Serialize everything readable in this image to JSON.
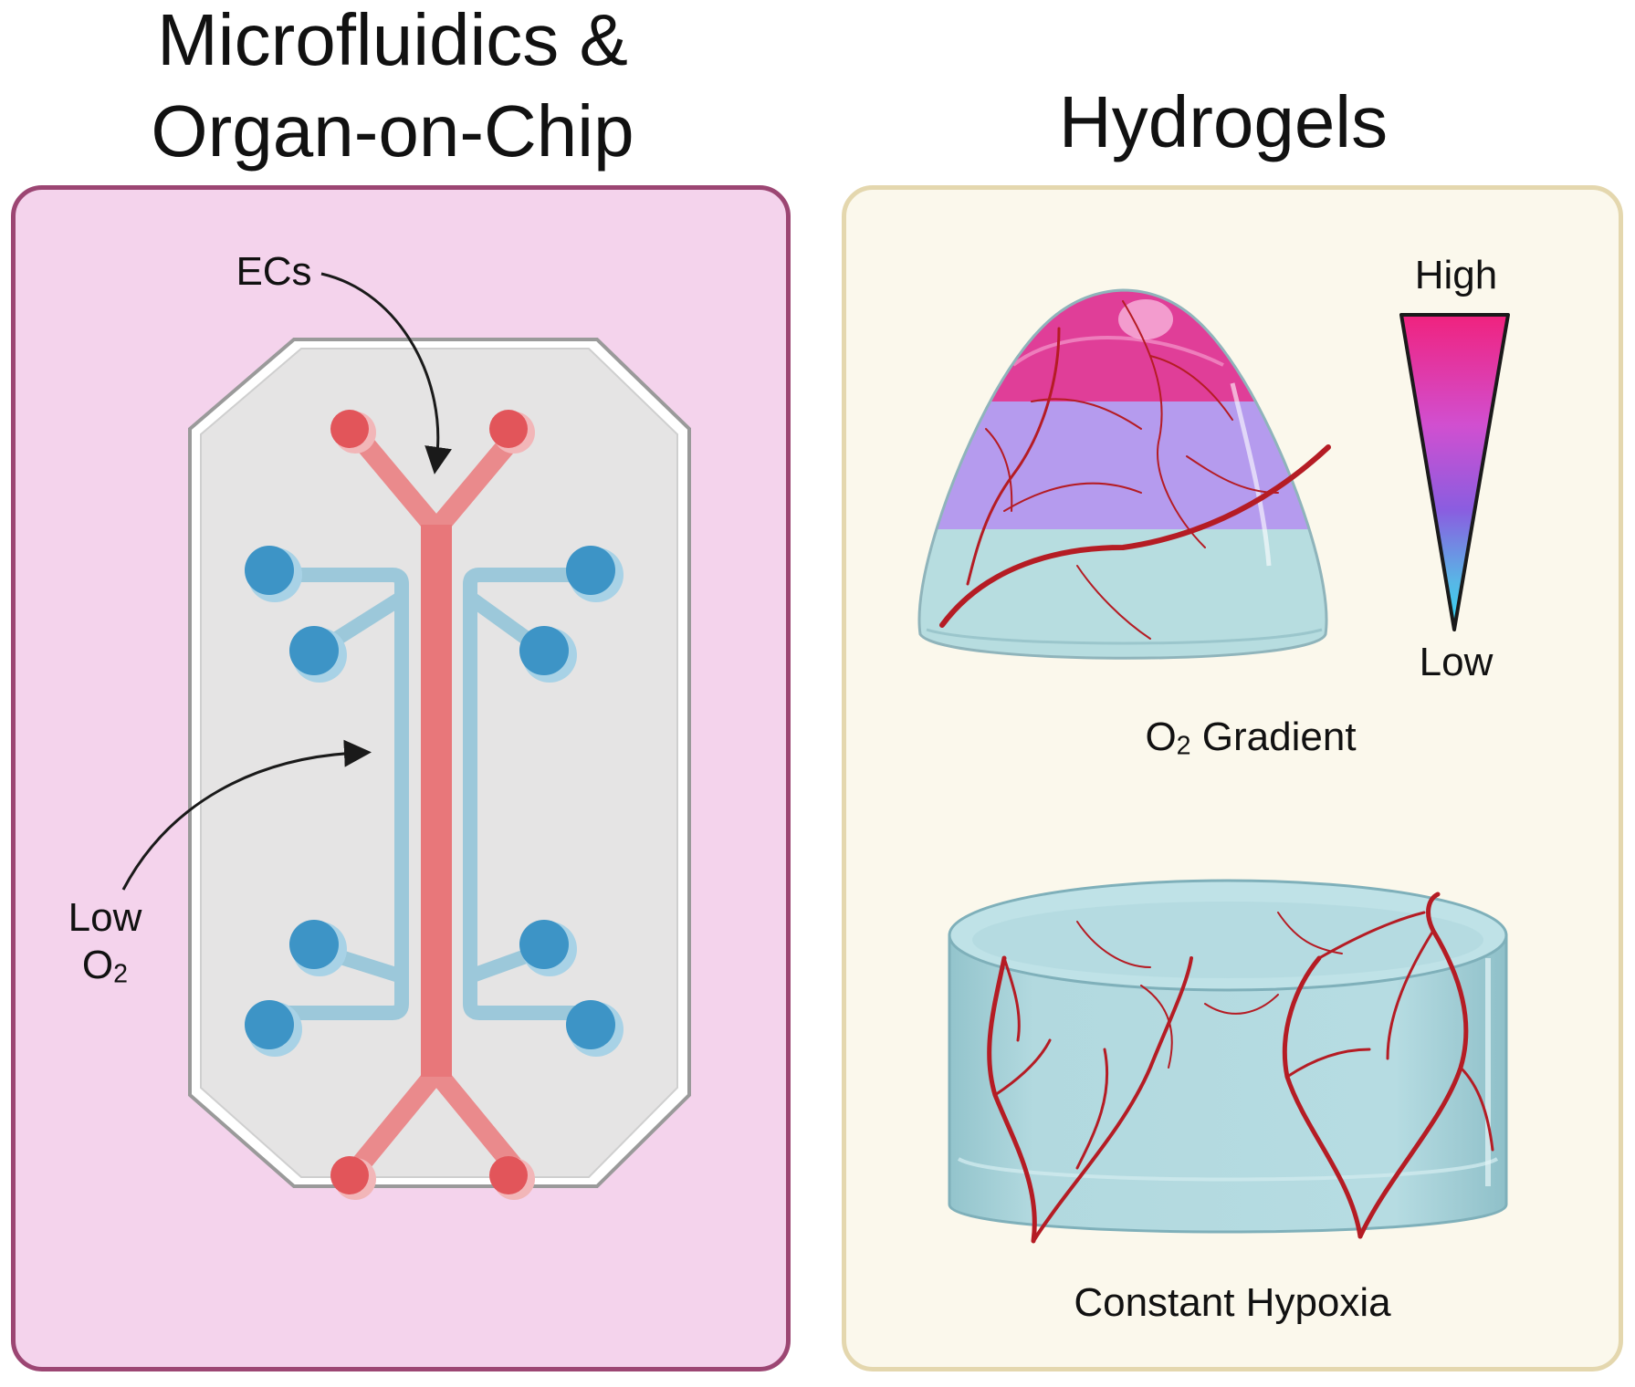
{
  "left_panel": {
    "title_line1": "Microfluidics &",
    "title_line2": "Organ-on-Chip",
    "label_ecs": "ECs",
    "label_low": "Low",
    "label_o2_base": "O",
    "label_o2_sub": "2"
  },
  "right_panel": {
    "title": "Hydrogels",
    "scale_high": "High",
    "scale_low": "Low",
    "gradient_caption_o": "O",
    "gradient_caption_sub": "2",
    "gradient_caption_rest": " Gradient",
    "hypoxia_caption": "Constant Hypoxia"
  },
  "colors": {
    "left_panel_fill": "#f4d3ec",
    "left_panel_border": "#9c4673",
    "right_panel_fill": "#fbf8ec",
    "right_panel_border": "#e4d7ae",
    "chip_fill": "#e5e4e4",
    "vessel_channel": "#e8777a",
    "side_channel": "#9cc8da",
    "port_red": "#e2555a",
    "port_blue": "#3d94c6",
    "gel_high": "#e03e98",
    "gel_mid": "#b59bee",
    "gel_low": "#b7dde0",
    "vasculature": "#b51c24"
  }
}
